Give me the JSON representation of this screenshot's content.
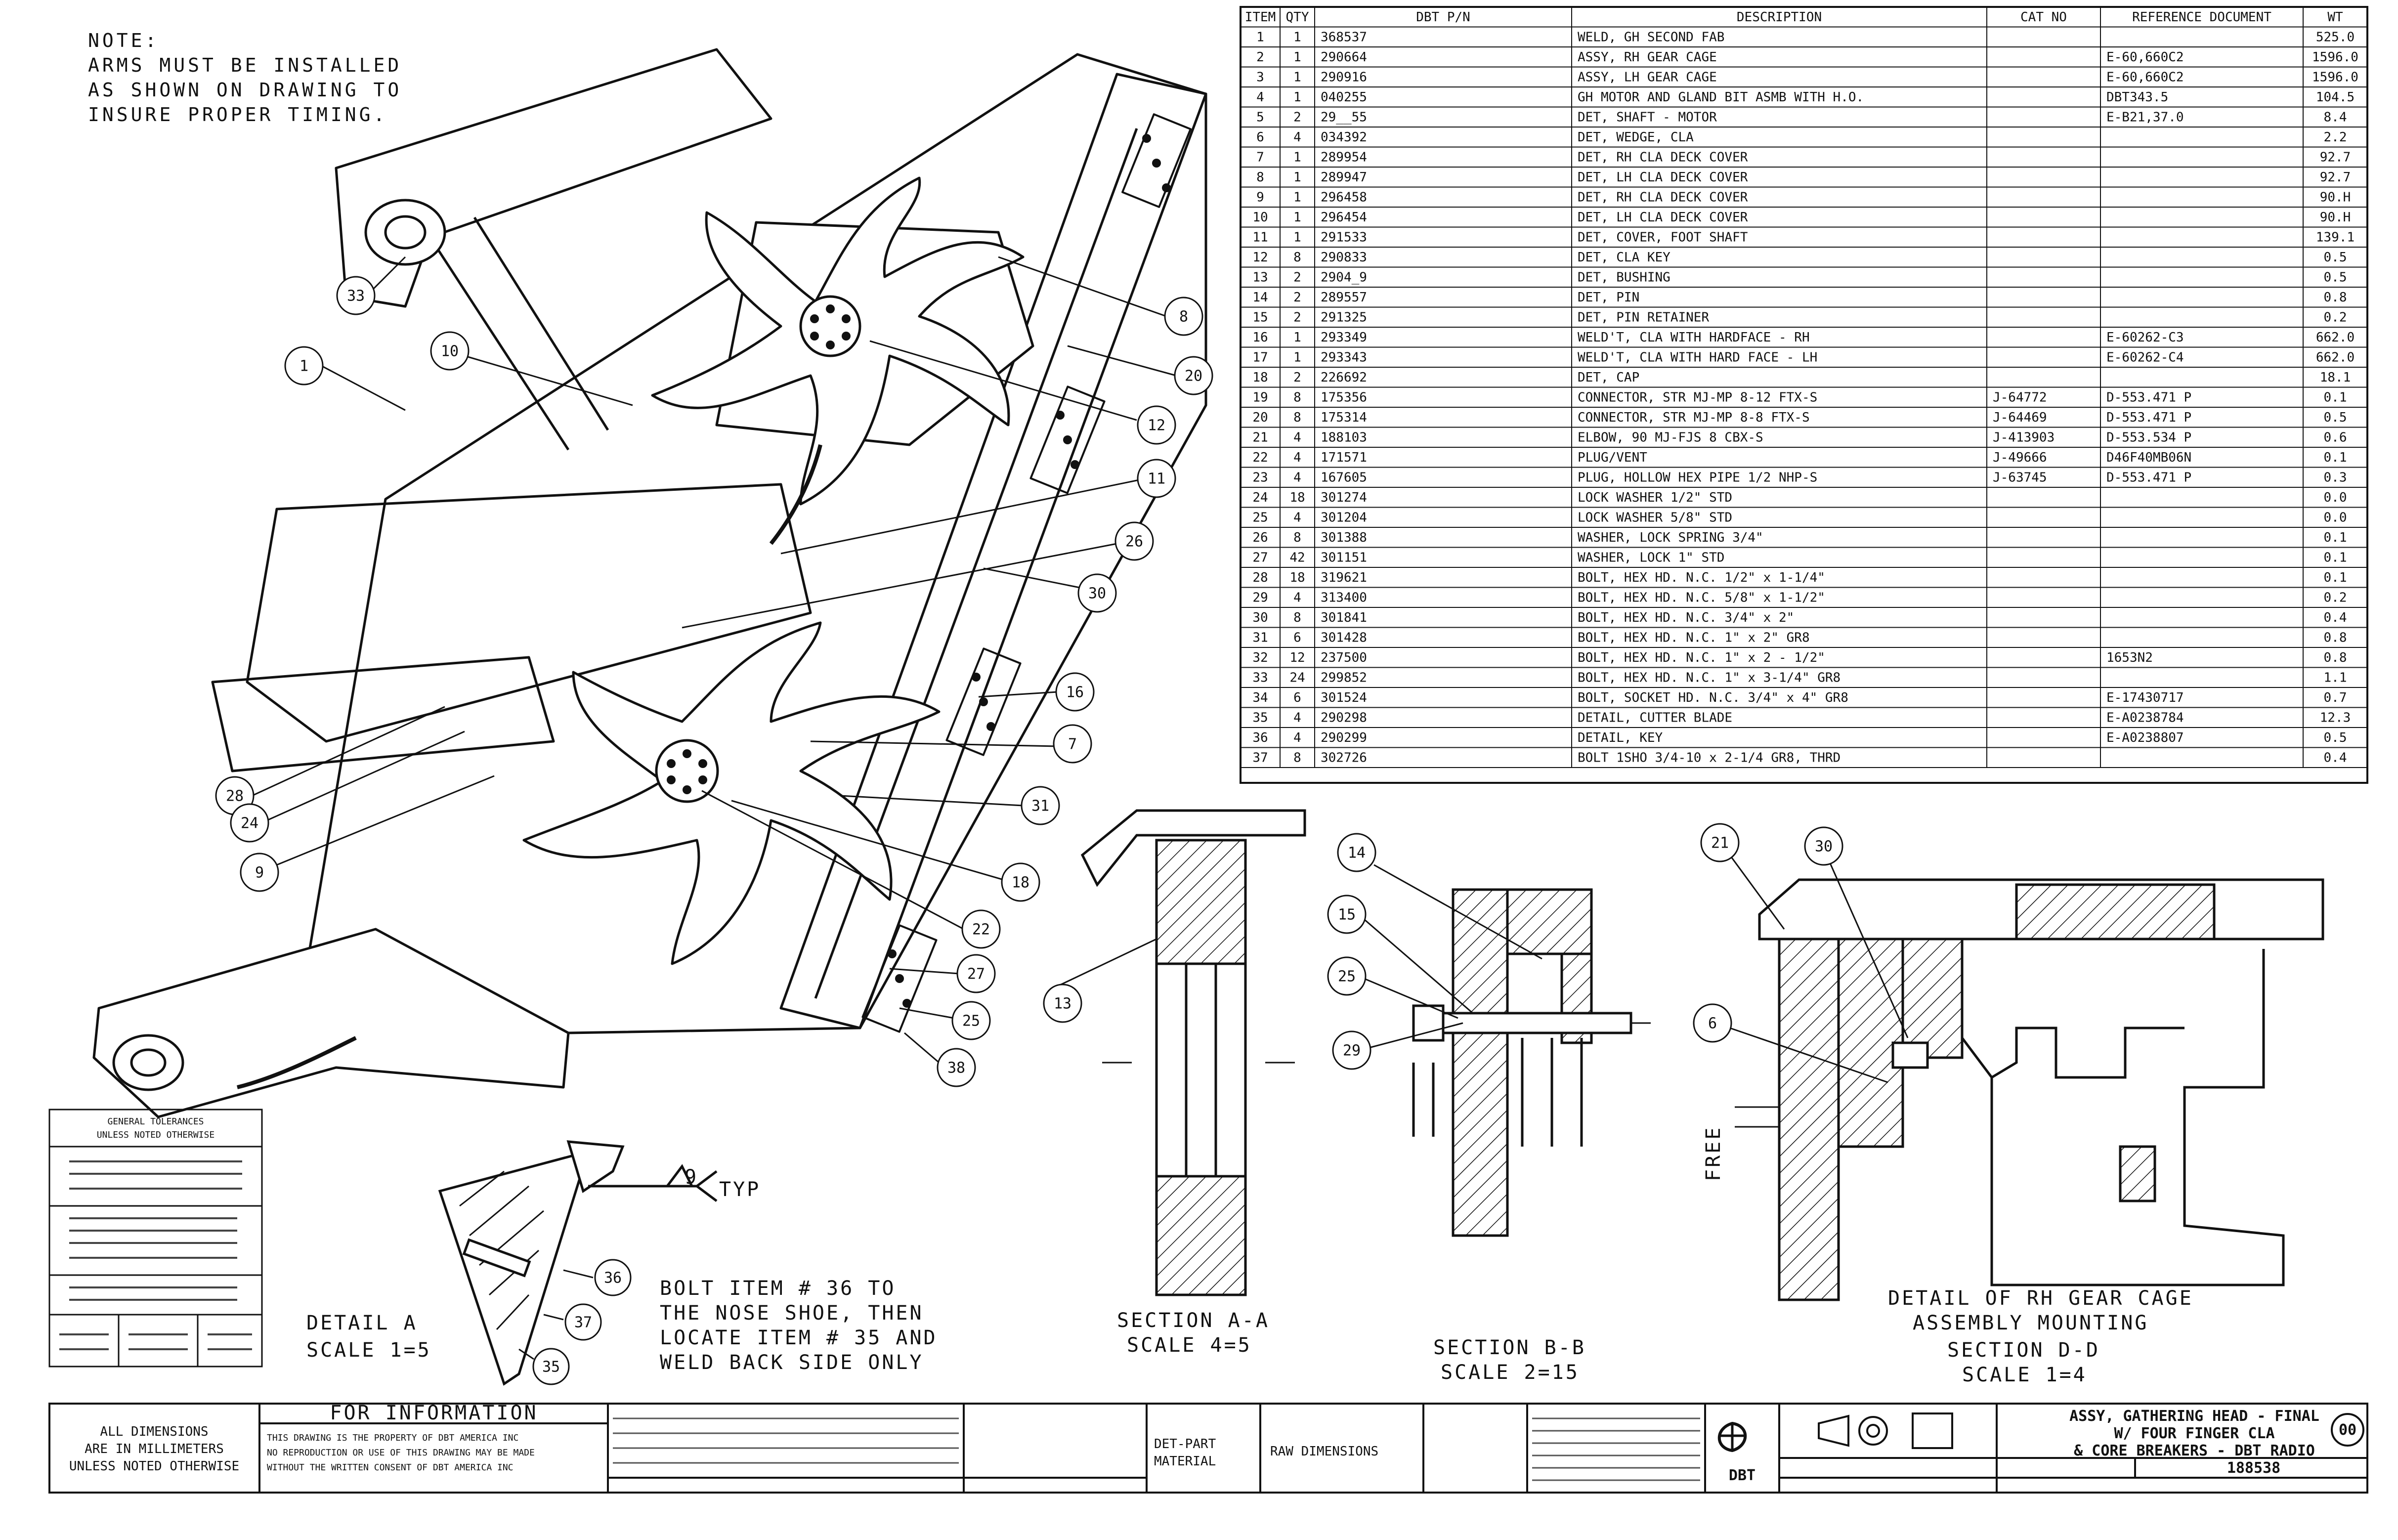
{
  "note": [
    "NOTE:",
    "ARMS MUST BE INSTALLED",
    "AS SHOWN ON DRAWING TO",
    "INSURE PROPER TIMING."
  ],
  "bom": {
    "headers": [
      "ITEM",
      "QTY",
      "DBT P/N",
      "DESCRIPTION",
      "CAT NO",
      "REFERENCE DOCUMENT",
      "WT"
    ],
    "rows": [
      {
        "item": "1",
        "qty": "1",
        "pn": "368537",
        "desc": "WELD, GH SECOND FAB",
        "cat": "",
        "ref": "",
        "wt": "525.0"
      },
      {
        "item": "2",
        "qty": "1",
        "pn": "290664",
        "desc": "ASSY, RH GEAR CAGE",
        "cat": "",
        "ref": "E-60,660C2",
        "wt": "1596.0"
      },
      {
        "item": "3",
        "qty": "1",
        "pn": "290916",
        "desc": "ASSY, LH GEAR CAGE",
        "cat": "",
        "ref": "E-60,660C2",
        "wt": "1596.0"
      },
      {
        "item": "4",
        "qty": "1",
        "pn": "040255",
        "desc": "GH MOTOR AND GLAND BIT ASMB WITH H.O.",
        "cat": "",
        "ref": "DBT343.5",
        "wt": "104.5"
      },
      {
        "item": "5",
        "qty": "2",
        "pn": "29__55",
        "desc": "DET, SHAFT - MOTOR",
        "cat": "",
        "ref": "E-B21,37.0",
        "wt": "8.4"
      },
      {
        "item": "6",
        "qty": "4",
        "pn": "034392",
        "desc": "DET, WEDGE, CLA",
        "cat": "",
        "ref": "",
        "wt": "2.2"
      },
      {
        "item": "7",
        "qty": "1",
        "pn": "289954",
        "desc": "DET, RH CLA DECK COVER",
        "cat": "",
        "ref": "",
        "wt": "92.7"
      },
      {
        "item": "8",
        "qty": "1",
        "pn": "289947",
        "desc": "DET, LH CLA DECK COVER",
        "cat": "",
        "ref": "",
        "wt": "92.7"
      },
      {
        "item": "9",
        "qty": "1",
        "pn": "296458",
        "desc": "DET, RH CLA DECK COVER",
        "cat": "",
        "ref": "",
        "wt": "90.H"
      },
      {
        "item": "10",
        "qty": "1",
        "pn": "296454",
        "desc": "DET, LH CLA DECK COVER",
        "cat": "",
        "ref": "",
        "wt": "90.H"
      },
      {
        "item": "11",
        "qty": "1",
        "pn": "291533",
        "desc": "DET, COVER, FOOT SHAFT",
        "cat": "",
        "ref": "",
        "wt": "139.1"
      },
      {
        "item": "12",
        "qty": "8",
        "pn": "290833",
        "desc": "DET, CLA KEY",
        "cat": "",
        "ref": "",
        "wt": "0.5"
      },
      {
        "item": "13",
        "qty": "2",
        "pn": "2904_9",
        "desc": "DET, BUSHING",
        "cat": "",
        "ref": "",
        "wt": "0.5"
      },
      {
        "item": "14",
        "qty": "2",
        "pn": "289557",
        "desc": "DET, PIN",
        "cat": "",
        "ref": "",
        "wt": "0.8"
      },
      {
        "item": "15",
        "qty": "2",
        "pn": "291325",
        "desc": "DET, PIN RETAINER",
        "cat": "",
        "ref": "",
        "wt": "0.2"
      },
      {
        "item": "16",
        "qty": "1",
        "pn": "293349",
        "desc": "WELD'T, CLA WITH HARDFACE - RH",
        "cat": "",
        "ref": "E-60262-C3",
        "wt": "662.0"
      },
      {
        "item": "17",
        "qty": "1",
        "pn": "293343",
        "desc": "WELD'T, CLA WITH HARD FACE - LH",
        "cat": "",
        "ref": "E-60262-C4",
        "wt": "662.0"
      },
      {
        "item": "18",
        "qty": "2",
        "pn": "226692",
        "desc": "DET, CAP",
        "cat": "",
        "ref": "",
        "wt": "18.1"
      },
      {
        "item": "19",
        "qty": "8",
        "pn": "175356",
        "desc": "CONNECTOR, STR MJ-MP 8-12 FTX-S",
        "cat": "J-64772",
        "ref": "D-553.471 P",
        "wt": "0.1"
      },
      {
        "item": "20",
        "qty": "8",
        "pn": "175314",
        "desc": "CONNECTOR, STR MJ-MP 8-8 FTX-S",
        "cat": "J-64469",
        "ref": "D-553.471 P",
        "wt": "0.5"
      },
      {
        "item": "21",
        "qty": "4",
        "pn": "188103",
        "desc": "ELBOW, 90 MJ-FJS 8 CBX-S",
        "cat": "J-413903",
        "ref": "D-553.534 P",
        "wt": "0.6"
      },
      {
        "item": "22",
        "qty": "4",
        "pn": "171571",
        "desc": "PLUG/VENT",
        "cat": "J-49666",
        "ref": "D46F40MB06N",
        "wt": "0.1"
      },
      {
        "item": "23",
        "qty": "4",
        "pn": "167605",
        "desc": "PLUG, HOLLOW HEX PIPE 1/2 NHP-S",
        "cat": "J-63745",
        "ref": "D-553.471 P",
        "wt": "0.3"
      },
      {
        "item": "24",
        "qty": "18",
        "pn": "301274",
        "desc": "LOCK WASHER 1/2\" STD",
        "cat": "",
        "ref": "",
        "wt": "0.0"
      },
      {
        "item": "25",
        "qty": "4",
        "pn": "301204",
        "desc": "LOCK WASHER 5/8\" STD",
        "cat": "",
        "ref": "",
        "wt": "0.0"
      },
      {
        "item": "26",
        "qty": "8",
        "pn": "301388",
        "desc": "WASHER, LOCK SPRING 3/4\"",
        "cat": "",
        "ref": "",
        "wt": "0.1"
      },
      {
        "item": "27",
        "qty": "42",
        "pn": "301151",
        "desc": "WASHER, LOCK 1\" STD",
        "cat": "",
        "ref": "",
        "wt": "0.1"
      },
      {
        "item": "28",
        "qty": "18",
        "pn": "319621",
        "desc": "BOLT, HEX HD. N.C. 1/2\" x 1-1/4\"",
        "cat": "",
        "ref": "",
        "wt": "0.1"
      },
      {
        "item": "29",
        "qty": "4",
        "pn": "313400",
        "desc": "BOLT, HEX HD. N.C. 5/8\" x 1-1/2\"",
        "cat": "",
        "ref": "",
        "wt": "0.2"
      },
      {
        "item": "30",
        "qty": "8",
        "pn": "301841",
        "desc": "BOLT, HEX HD. N.C. 3/4\" x 2\"",
        "cat": "",
        "ref": "",
        "wt": "0.4"
      },
      {
        "item": "31",
        "qty": "6",
        "pn": "301428",
        "desc": "BOLT, HEX HD. N.C. 1\" x 2\" GR8",
        "cat": "",
        "ref": "",
        "wt": "0.8"
      },
      {
        "item": "32",
        "qty": "12",
        "pn": "237500",
        "desc": "BOLT, HEX HD. N.C. 1\" x 2 - 1/2\"",
        "cat": "",
        "ref": "1653N2",
        "wt": "0.8"
      },
      {
        "item": "33",
        "qty": "24",
        "pn": "299852",
        "desc": "BOLT, HEX HD. N.C. 1\" x 3-1/4\" GR8",
        "cat": "",
        "ref": "",
        "wt": "1.1"
      },
      {
        "item": "34",
        "qty": "6",
        "pn": "301524",
        "desc": "BOLT, SOCKET HD. N.C. 3/4\" x 4\" GR8",
        "cat": "",
        "ref": "E-17430717",
        "wt": "0.7"
      },
      {
        "item": "35",
        "qty": "4",
        "pn": "290298",
        "desc": "DETAIL, CUTTER BLADE",
        "cat": "",
        "ref": "E-A0238784",
        "wt": "12.3"
      },
      {
        "item": "36",
        "qty": "4",
        "pn": "290299",
        "desc": "DETAIL, KEY",
        "cat": "",
        "ref": "E-A0238807",
        "wt": "0.5"
      },
      {
        "item": "37",
        "qty": "8",
        "pn": "302726",
        "desc": "BOLT 1SHO 3/4-10 x 2-1/4 GR8, THRD",
        "cat": "",
        "ref": "",
        "wt": "0.4"
      }
    ]
  },
  "balloons": {
    "main": [
      "33",
      "10",
      "1",
      "8",
      "20",
      "12",
      "11",
      "26",
      "30",
      "16",
      "7",
      "31",
      "18",
      "22",
      "27",
      "25",
      "38",
      "28",
      "24",
      "9"
    ],
    "detail_a": [
      "36",
      "37",
      "35"
    ],
    "section_a": [
      "13"
    ],
    "section_b": [
      "14",
      "15",
      "25",
      "29"
    ],
    "detail_rh": [
      "21",
      "30",
      "6"
    ]
  },
  "views": {
    "detail_a": [
      "DETAIL A",
      "SCALE 1=5"
    ],
    "weld_symbol": [
      "9",
      "TYP"
    ],
    "bolt_note": [
      "BOLT ITEM # 36 TO",
      "THE NOSE SHOE, THEN",
      "LOCATE ITEM # 35 AND",
      "WELD BACK SIDE ONLY"
    ],
    "section_a": [
      "SECTION A-A",
      "SCALE 4=5"
    ],
    "section_b": [
      "SECTION B-B",
      "SCALE 2=15"
    ],
    "detail_rh": [
      "DETAIL OF RH GEAR CAGE",
      "ASSEMBLY MOUNTING",
      "SECTION D-D",
      "SCALE 1=4"
    ],
    "free_dim": "FREE"
  },
  "tolerance_block": {
    "title": [
      "GENERAL TOLERANCES",
      "UNLESS NOTED OTHERWISE"
    ]
  },
  "title_block": {
    "dims_note": [
      "ALL DIMENSIONS",
      "ARE IN MILLIMETERS",
      "UNLESS NOTED OTHERWISE"
    ],
    "for_info": "FOR INFORMATION",
    "property": [
      "THIS DRAWING IS THE PROPERTY OF DBT AMERICA INC",
      "NO REPRODUCTION OR USE OF THIS DRAWING MAY BE MADE",
      "WITHOUT THE WRITTEN CONSENT OF DBT AMERICA INC"
    ],
    "material_label": [
      "DET-PART",
      "MATERIAL"
    ],
    "raw_dimensions": "RAW DIMENSIONS",
    "logo": "DBT",
    "title": [
      "ASSY, GATHERING HEAD - FINAL",
      "W/ FOUR FINGER CLA",
      "& CORE BREAKERS - DBT RADIO"
    ],
    "drawing_number": "188538",
    "revision": "00"
  }
}
